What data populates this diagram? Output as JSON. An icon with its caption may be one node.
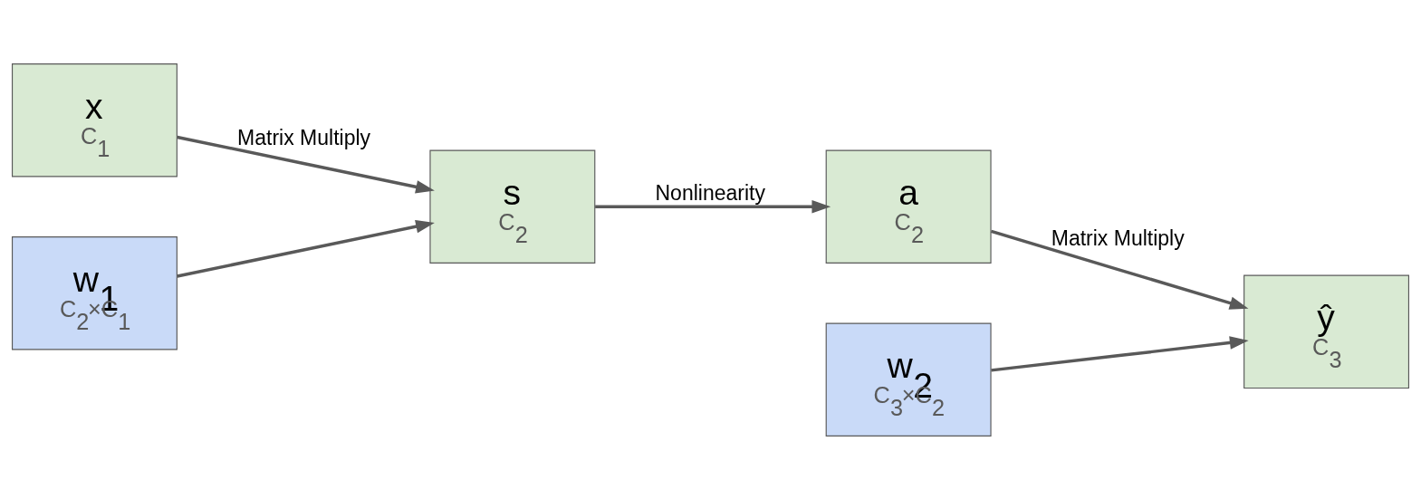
{
  "diagram": {
    "nodes": [
      {
        "text": [
          "x",
          "C$_{1}$"
        ]
      },
      {
        "text": [
          "s",
          "C$_{2}$"
        ]
      },
      {
        "text": [
          "a",
          "C$_{2}$"
        ]
      },
      {
        "text": [
          "ŷ",
          "C$_{3}$"
        ]
      },
      {
        "text": [
          "w$_{1}$",
          "C$_{2}$×C$_{1}$"
        ]
      },
      {
        "text": [
          "w$_{2}$",
          "C$_{3}$×C$_{2}$"
        ]
      }
    ],
    "edges": [
      {
        "from": 0,
        "to": 1,
        "arrow": "to",
        "label": "Matrix Multiply"
      },
      {
        "from": 4,
        "to": 1,
        "arrow": "to"
      },
      {
        "from": 1,
        "to": 2,
        "arrow": "to",
        "label": "Nonlinearity"
      },
      {
        "from": 2,
        "to": 3,
        "arrow": "to",
        "label": "Matrix Multiply"
      },
      {
        "from": 5,
        "to": 3,
        "arrow": "to"
      }
    ]
  }
}
